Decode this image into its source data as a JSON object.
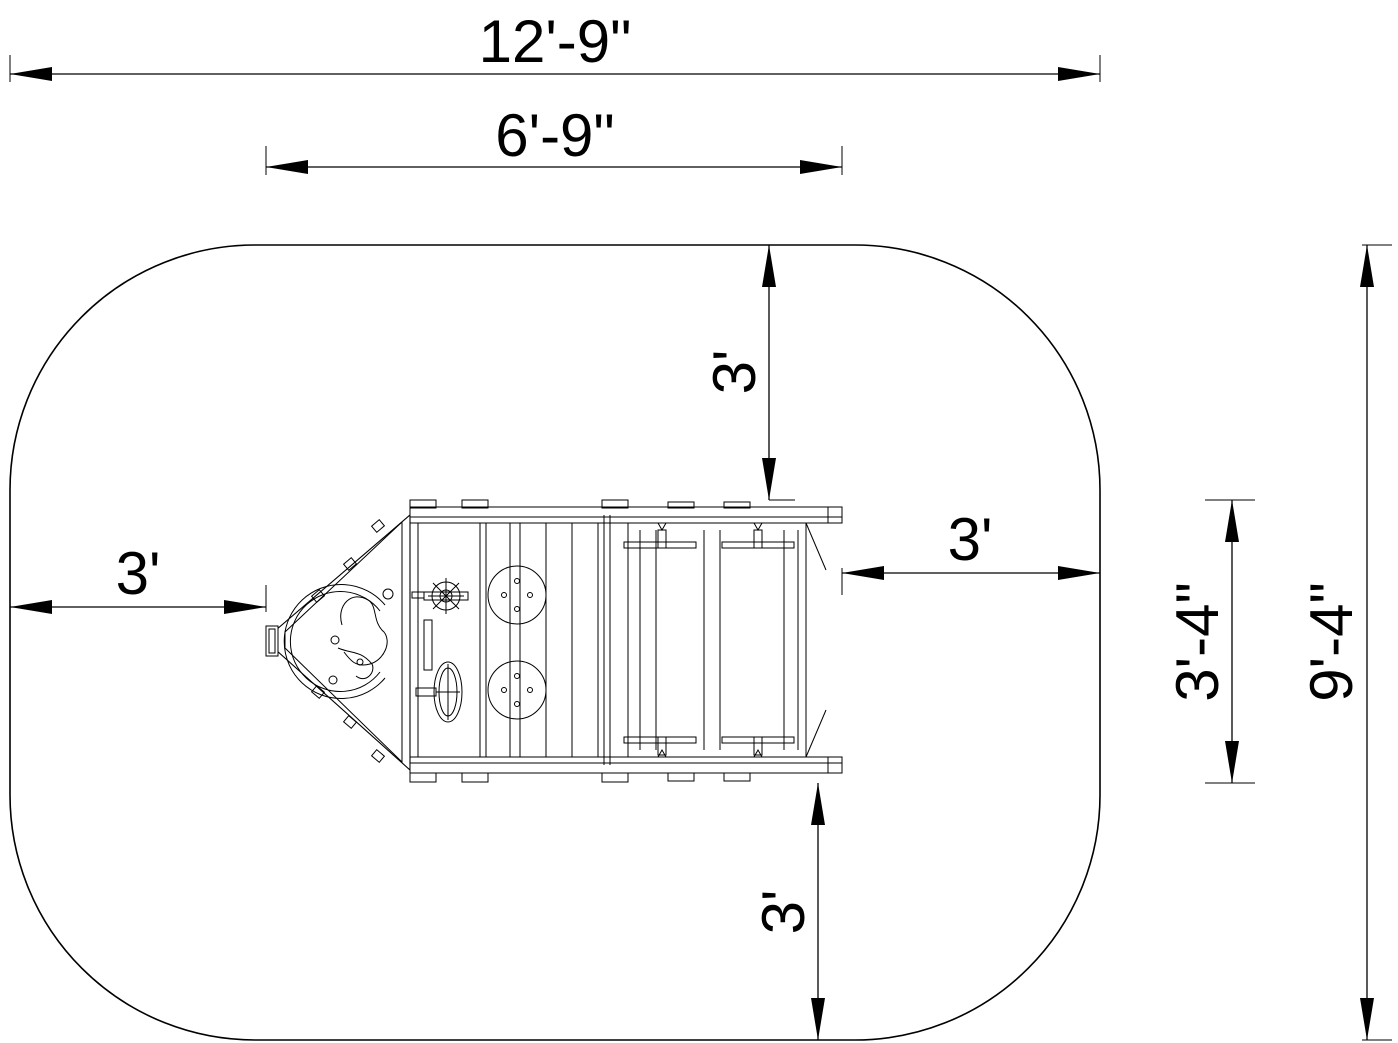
{
  "dimensions": {
    "overall_width": "12'-9\"",
    "equipment_width": "6'-9\"",
    "overall_depth": "9'-4\"",
    "equipment_depth": "3'-4\"",
    "top_clearance": "3'",
    "bottom_clearance": "3'",
    "left_clearance": "3'",
    "right_clearance": "3'"
  }
}
